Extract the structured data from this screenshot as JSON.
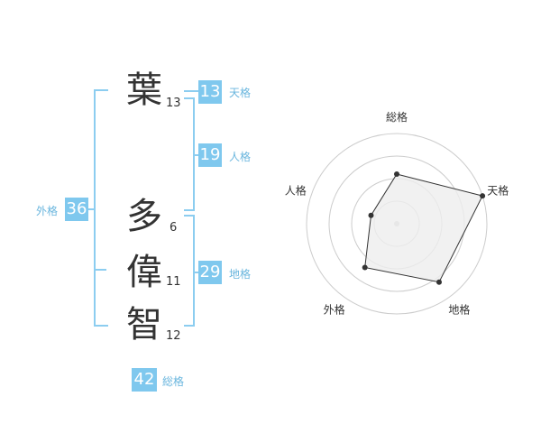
{
  "name_chars": [
    {
      "char": "葉",
      "strokes": "13"
    },
    {
      "char": "多",
      "strokes": "6"
    },
    {
      "char": "偉",
      "strokes": "11"
    },
    {
      "char": "智",
      "strokes": "12"
    }
  ],
  "fortunes": {
    "tenkaku": {
      "value": "13",
      "label": "天格"
    },
    "jinkaku": {
      "value": "19",
      "label": "人格"
    },
    "chikaku": {
      "value": "29",
      "label": "地格"
    },
    "gaikaku": {
      "value": "36",
      "label": "外格"
    },
    "soukaku": {
      "value": "42",
      "label": "総格"
    }
  },
  "colors": {
    "badge": "#7fc8ee",
    "bracket": "#8ccdf0",
    "radar_fill": "#eeeeee",
    "radar_grid": "#cccccc"
  },
  "chart_data": {
    "type": "radar",
    "axes": [
      "総格",
      "天格",
      "地格",
      "外格",
      "人格"
    ],
    "values": [
      0.55,
      1.0,
      0.8,
      0.6,
      0.3
    ],
    "rings": 4
  }
}
